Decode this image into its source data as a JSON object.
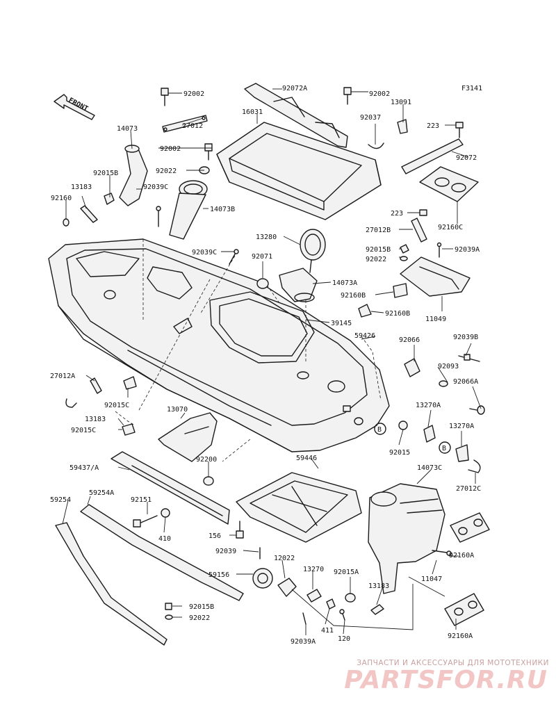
{
  "figure_code": "F3141",
  "front_label": "FRONT",
  "ref_markers": [
    "B",
    "B"
  ],
  "part_labels": [
    "92002",
    "27012",
    "92002",
    "92022",
    "14073",
    "92015B",
    "92039C",
    "13183",
    "92160",
    "14073B",
    "92072A",
    "16031",
    "92002",
    "13091",
    "92037",
    "223",
    "92072",
    "92160C",
    "223",
    "27012B",
    "92015B",
    "92039A",
    "92022",
    "13280",
    "92039C",
    "92071",
    "14073A",
    "92160B",
    "92160B",
    "11049",
    "39145",
    "59426",
    "92066",
    "92039B",
    "92093",
    "92066A",
    "27012A",
    "92015C",
    "13183",
    "92015C",
    "13070",
    "92200",
    "59437/A",
    "59446",
    "13270A",
    "13270A",
    "92015",
    "14073C",
    "27012C",
    "59254",
    "59254A",
    "92151",
    "410",
    "156",
    "92039",
    "12022",
    "59156",
    "13270",
    "92015A",
    "13183",
    "11047",
    "92160A",
    "92160A",
    "92015B",
    "92022",
    "92039A",
    "411",
    "120"
  ],
  "watermark": {
    "tagline": "ЗАПЧАСТИ И АКСЕССУАРЫ ДЛЯ МОТОТЕХНИКИ",
    "logo": "PARTSFOR.RU",
    "color": "#f3c6c6"
  }
}
